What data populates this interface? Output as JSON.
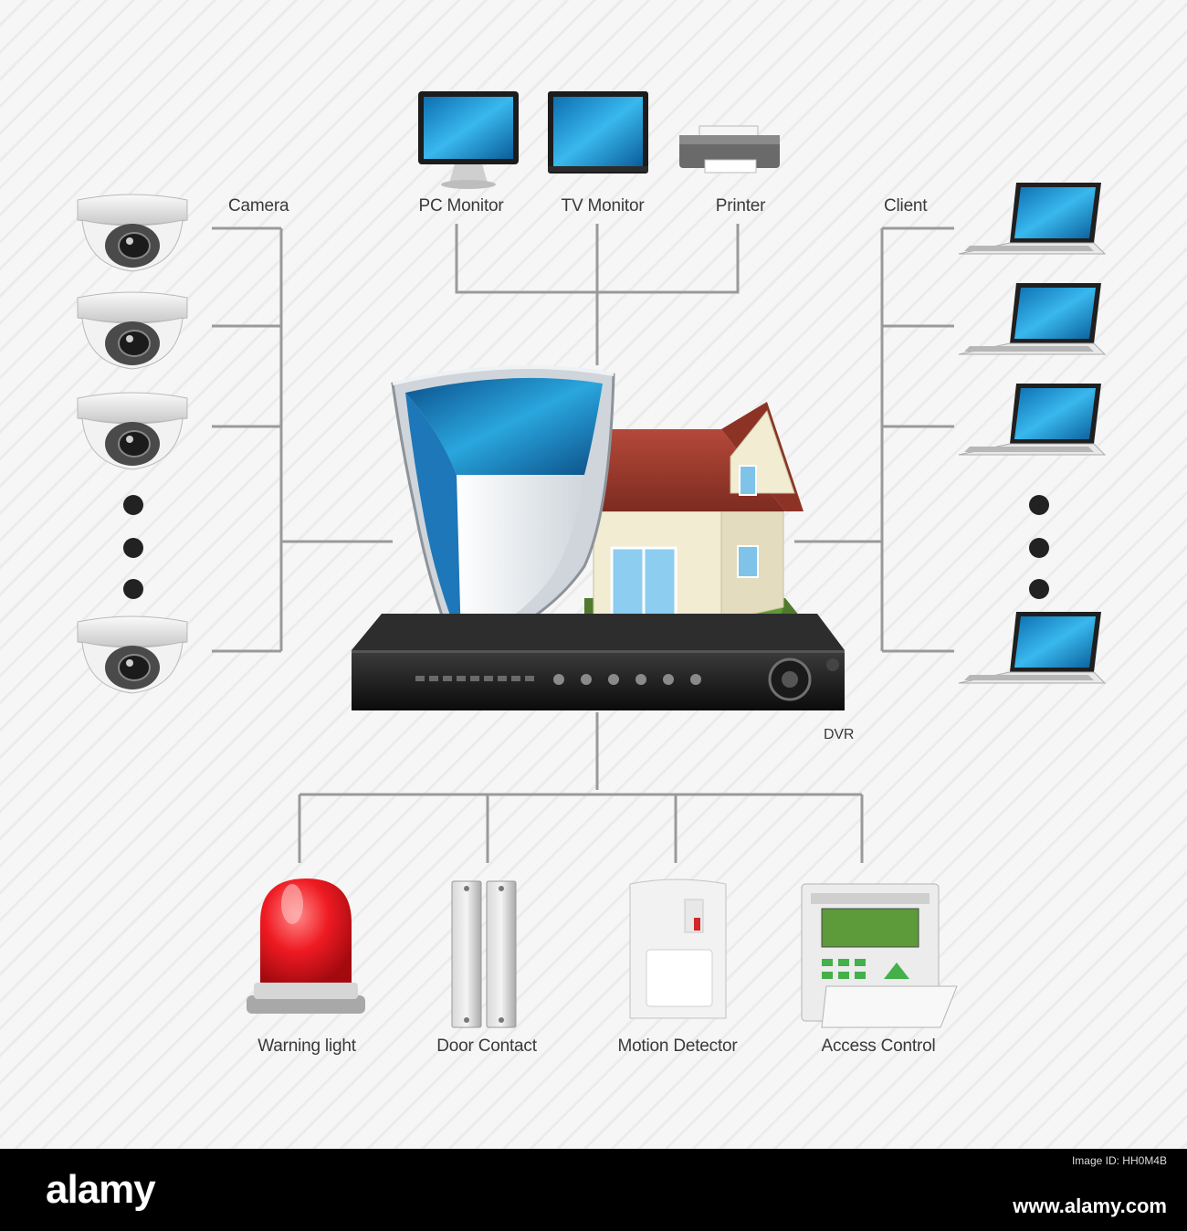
{
  "labels": {
    "camera": "Camera",
    "pc_monitor": "PC Monitor",
    "tv_monitor": "TV Monitor",
    "printer": "Printer",
    "client": "Client",
    "dvr": "DVR",
    "warning_light": "Warning light",
    "door_contact": "Door Contact",
    "motion_detector": "Motion Detector",
    "access_control": "Access Control"
  },
  "footer": {
    "brand": "alamy",
    "image_id": "Image ID: HH0M4B",
    "url": "www.alamy.com"
  },
  "colors": {
    "connector": "#9a9a9a",
    "shield_blue": "#1f8fc9",
    "siren_red": "#e3141c",
    "roof": "#9e3a2c",
    "screen_blue": "#1a9ad6",
    "panel_green": "#43b049"
  }
}
